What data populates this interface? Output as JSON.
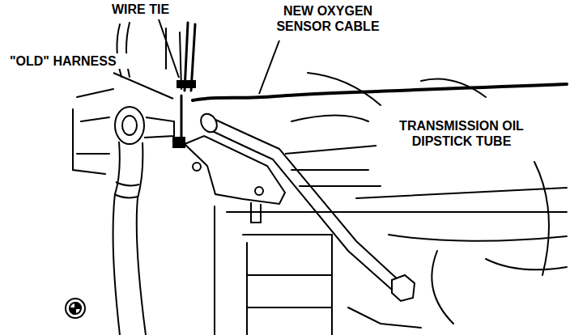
{
  "diagram": {
    "labels": [
      "WIRE TIE",
      "NEW OXYGEN SENSOR CABLE",
      "\"OLD\" HARNESS",
      "TRANSMISSION OIL DIPSTICK TUBE"
    ]
  }
}
